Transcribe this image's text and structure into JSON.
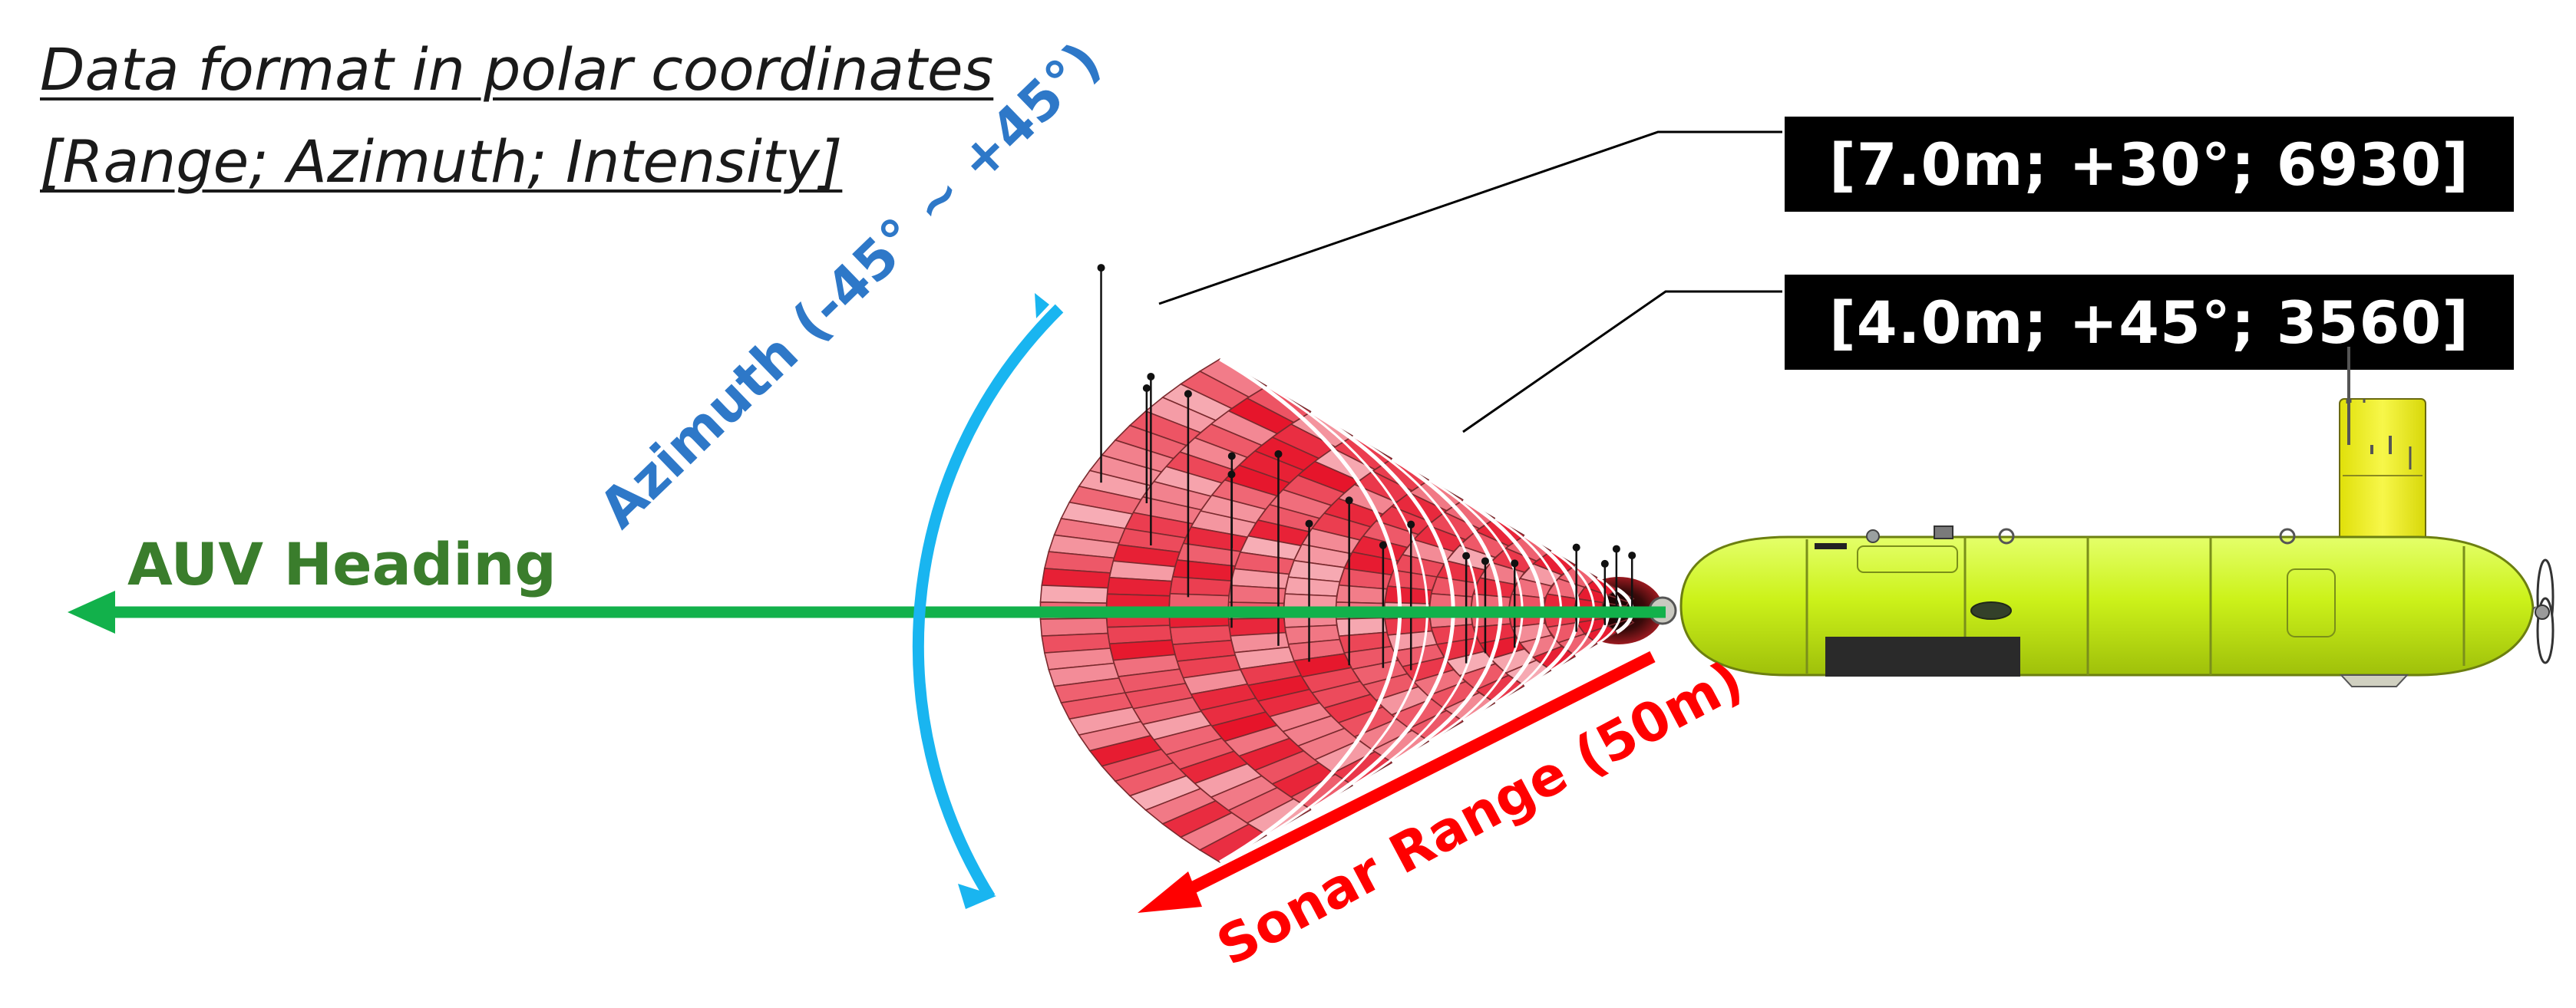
{
  "title": {
    "line1": "Data format in polar coordinates",
    "line2": "[Range; Azimuth; Intensity]"
  },
  "callouts": [
    {
      "text": "[7.0m; +30°; 6930]"
    },
    {
      "text": "[4.0m; +45°; 3560]"
    }
  ],
  "labels": {
    "heading": "AUV Heading",
    "azimuth": "Azimuth (-45° ~ +45°)",
    "range": "Sonar Range (50m)"
  },
  "colors": {
    "heading": "#3a7d2c",
    "heading_arrow": "#12b14b",
    "azimuth": "#2e78c8",
    "azimuth_arrow": "#19b5f0",
    "range": "#ff0000",
    "auv_body": "#ccf21a",
    "auv_sail": "#f2f21a",
    "bin_dark": "#e6142a",
    "bin_light": "#f7aeb6"
  },
  "icons": {
    "vehicle": "auv-icon",
    "propeller": "propeller-icon"
  }
}
